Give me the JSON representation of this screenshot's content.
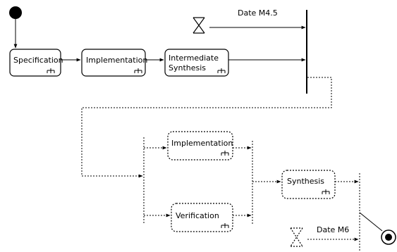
{
  "diagram": {
    "actions": {
      "specification": "Specification",
      "implementation_1": "Implementation",
      "intermediate_synthesis_line1": "Intermediate",
      "intermediate_synthesis_line2": "Synthesis",
      "implementation_2": "Implementation",
      "verification": "Verification",
      "synthesis": "Synthesis"
    },
    "time_events": {
      "first": "Date M4.5",
      "second": "Date M6"
    },
    "colors": {
      "stroke": "#000000",
      "fill": "#ffffff"
    },
    "icons": [
      "initial-node-icon",
      "hourglass-icon",
      "subactivity-rake-icon",
      "final-node-icon"
    ]
  }
}
